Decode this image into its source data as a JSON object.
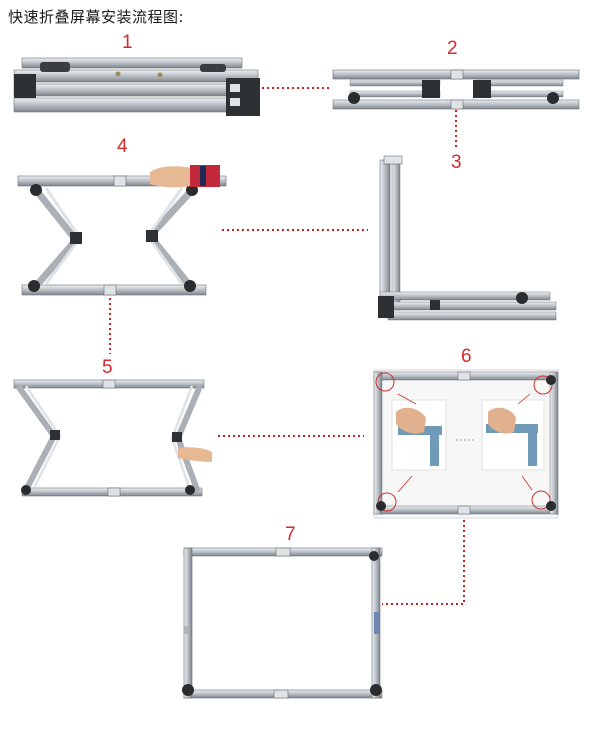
{
  "title": "快速折叠屏幕安装流程图:",
  "steps": [
    {
      "label": "1"
    },
    {
      "label": "2"
    },
    {
      "label": "3"
    },
    {
      "label": "4"
    },
    {
      "label": "5"
    },
    {
      "label": "6"
    },
    {
      "label": "7"
    }
  ],
  "colors": {
    "frame": "#c9ced3",
    "frame_edge": "#7d848b",
    "frame_dark": "#555b61",
    "joint": "#2a2c2e",
    "step_number": "#d42a2a",
    "connector": "#cc2020",
    "panel_bg": "#fafafa"
  }
}
